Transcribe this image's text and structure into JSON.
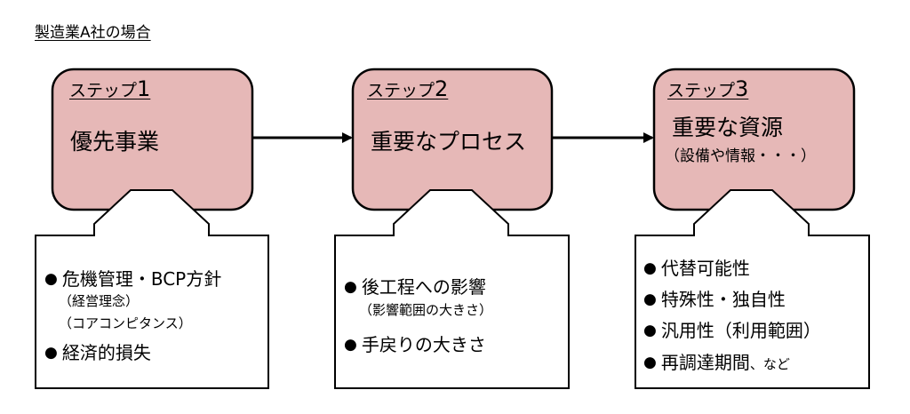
{
  "title": "製造業A社の場合",
  "colors": {
    "box_fill": "#e6b8b7",
    "stroke": "#000000",
    "panel_fill": "#ffffff"
  },
  "steps": [
    {
      "label_prefix": "ステップ",
      "label_num": "1",
      "title": "優先事業",
      "subtitle": ""
    },
    {
      "label_prefix": "ステップ",
      "label_num": "2",
      "title": "重要なプロセス",
      "subtitle": ""
    },
    {
      "label_prefix": "ステップ",
      "label_num": "3",
      "title": "重要な資源",
      "subtitle": "（設備や情報・・・）"
    }
  ],
  "panels": [
    {
      "bullets": [
        {
          "text": "危機管理・BCP方針",
          "notes": [
            "（経営理念）",
            "（コアコンピタンス）"
          ]
        },
        {
          "text": "経済的損失",
          "notes": []
        }
      ]
    },
    {
      "bullets": [
        {
          "text": "後工程への影響",
          "notes": [
            "（影響範囲の大きさ）"
          ]
        },
        {
          "text": "手戻りの大きさ",
          "notes": []
        }
      ]
    },
    {
      "bullets": [
        {
          "text": "代替可能性",
          "notes": []
        },
        {
          "text": "特殊性・独自性",
          "notes": []
        },
        {
          "text": "汎用性（利用範囲）",
          "notes": []
        },
        {
          "text": "再調達期間",
          "suffix": "、など",
          "notes": []
        }
      ]
    }
  ],
  "bullet_glyph": "●"
}
